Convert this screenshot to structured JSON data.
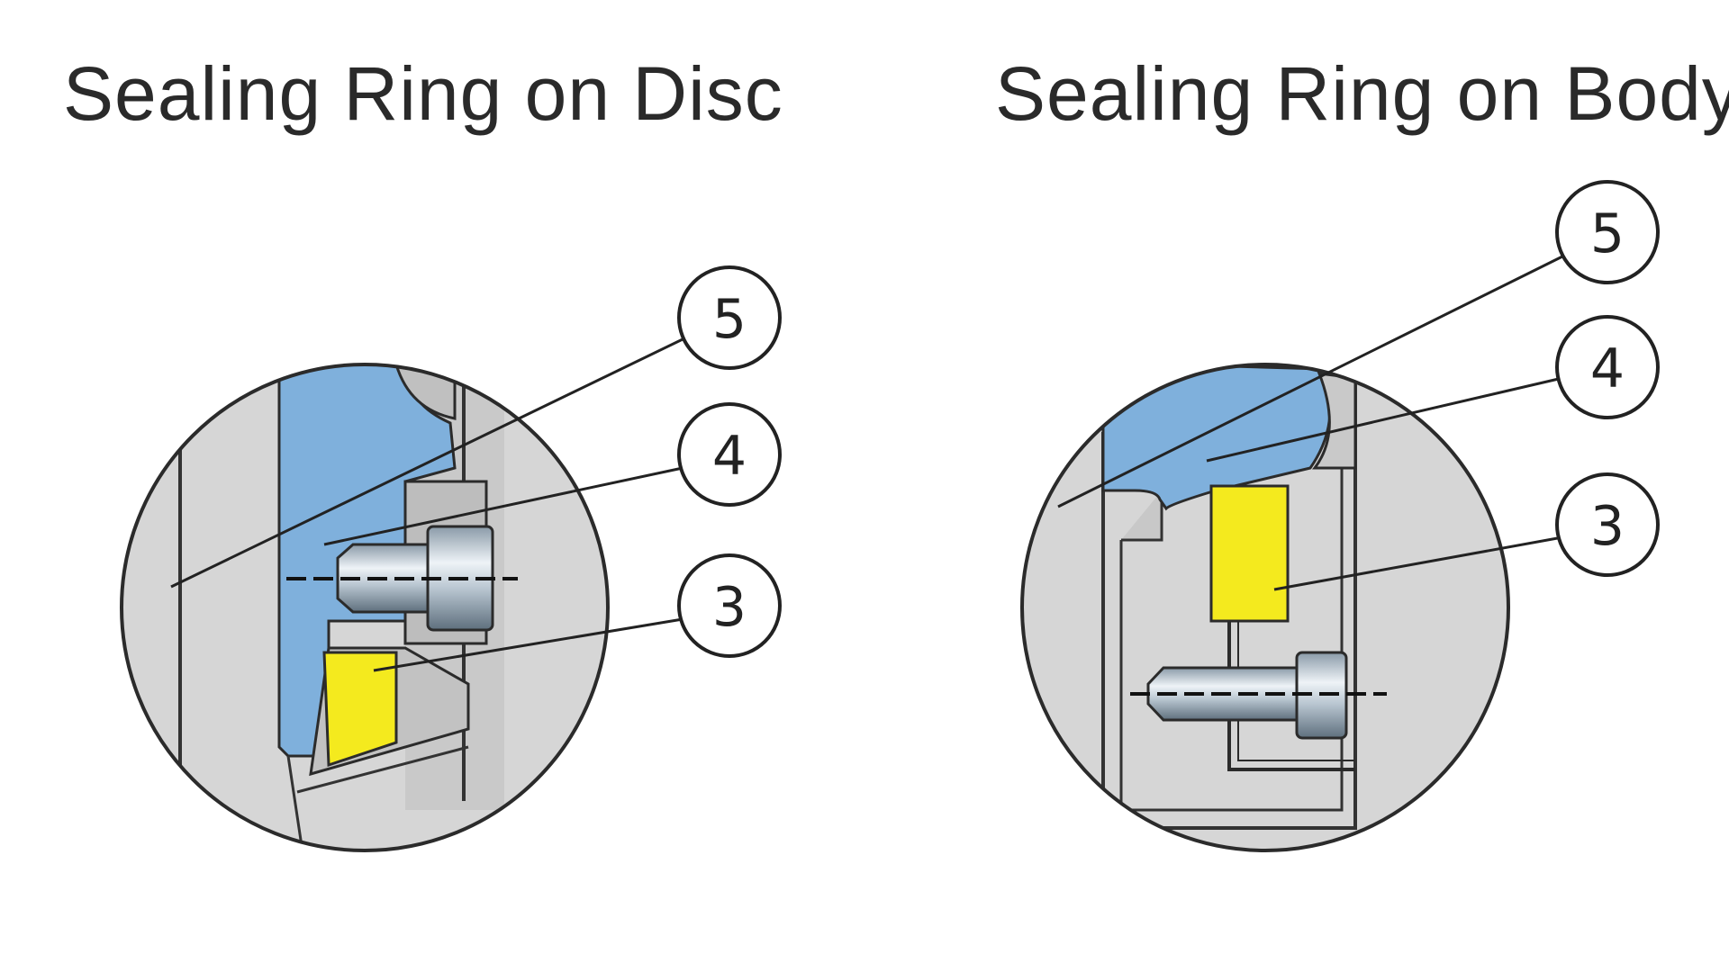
{
  "panels": {
    "left": {
      "title": "Sealing Ring on Disc",
      "callouts": [
        "5",
        "4",
        "3"
      ]
    },
    "right": {
      "title": "Sealing Ring on Body",
      "callouts": [
        "5",
        "4",
        "3"
      ]
    }
  },
  "colors": {
    "background": "#ffffff",
    "housing_gray": "#d6d6d6",
    "disc_blue": "#7fb0dc",
    "seal_yellow": "#f4ea1e",
    "outline": "#2b2b2b"
  }
}
